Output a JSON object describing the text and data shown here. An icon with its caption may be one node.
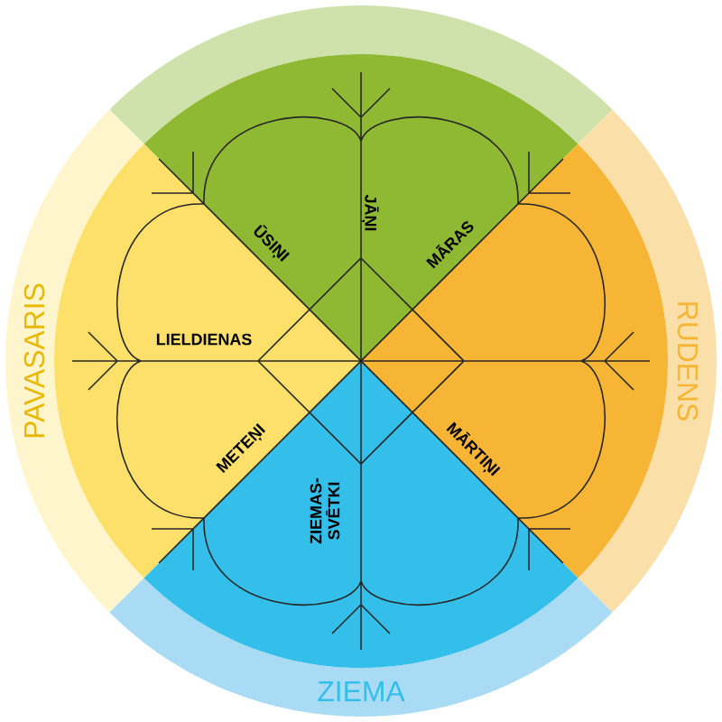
{
  "diagram": {
    "nodes": [
      {
        "text": [],
        "shape": "band"
      },
      {
        "text": [
          "PAVASARIS"
        ]
      },
      {
        "text": [
          "RUDENS"
        ]
      },
      {
        "text": [
          "ZIEMA"
        ]
      },
      {
        "text": [
          "ŪSIŅI",
          "JĀŅI",
          "MĀRAS"
        ]
      },
      {
        "text": [
          "LIELDIENAS",
          "METEŅI"
        ]
      },
      {
        "text": [
          "MĀRTIŅI"
        ]
      },
      {
        "text": [
          "ZIEMAS-SVĒTKI"
        ]
      }
    ]
  }
}
